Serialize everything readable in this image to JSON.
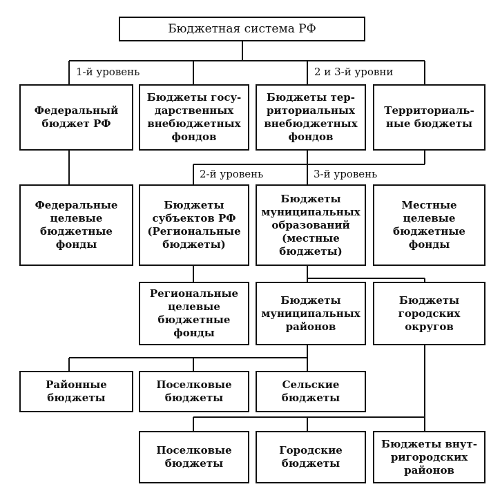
{
  "title": "Бюджетная система РФ",
  "levels": {
    "level1": "1-й уровень",
    "level23": "2 и 3-й уровни",
    "level2": "2-й уровень",
    "level3": "3-й уровень"
  },
  "row1": {
    "federal_budget": "Федеральный\nбюджет РФ",
    "state_funds": "Бюджеты госу-\nдарственных\nвнебюджетных\nфондов",
    "territorial_funds": "Бюджеты тер-\nриториальных\nвнебюджетных\nфондов",
    "territorial_budgets": "Территориаль-\nные бюджеты"
  },
  "row2": {
    "federal_target_funds": "Федеральные\nцелевые\nбюджетные\nфонды",
    "regional_budgets": "Бюджеты\nсубъектов РФ\n(Региональные\nбюджеты)",
    "municipal_budgets": "Бюджеты\nмуниципальных\nобразований\n(местные\nбюджеты)",
    "local_target_funds": "Местные\nцелевые\nбюджетные\nфонды"
  },
  "row3": {
    "regional_target_funds": "Региональные\nцелевые\nбюджетные\nфонды",
    "municipal_district_budgets": "Бюджеты\nмуниципальных\nрайонов",
    "city_district_budgets": "Бюджеты\nгородских\nокругов"
  },
  "row4": {
    "district_budgets": "Районные\nбюджеты",
    "settlement_budgets": "Поселковые\nбюджеты",
    "rural_budgets": "Сельские\nбюджеты"
  },
  "row5": {
    "settlement_budgets": "Поселковые\nбюджеты",
    "city_budgets": "Городские\nбюджеты",
    "intracity_budgets": "Бюджеты внут-\nригородских\nрайонов"
  }
}
